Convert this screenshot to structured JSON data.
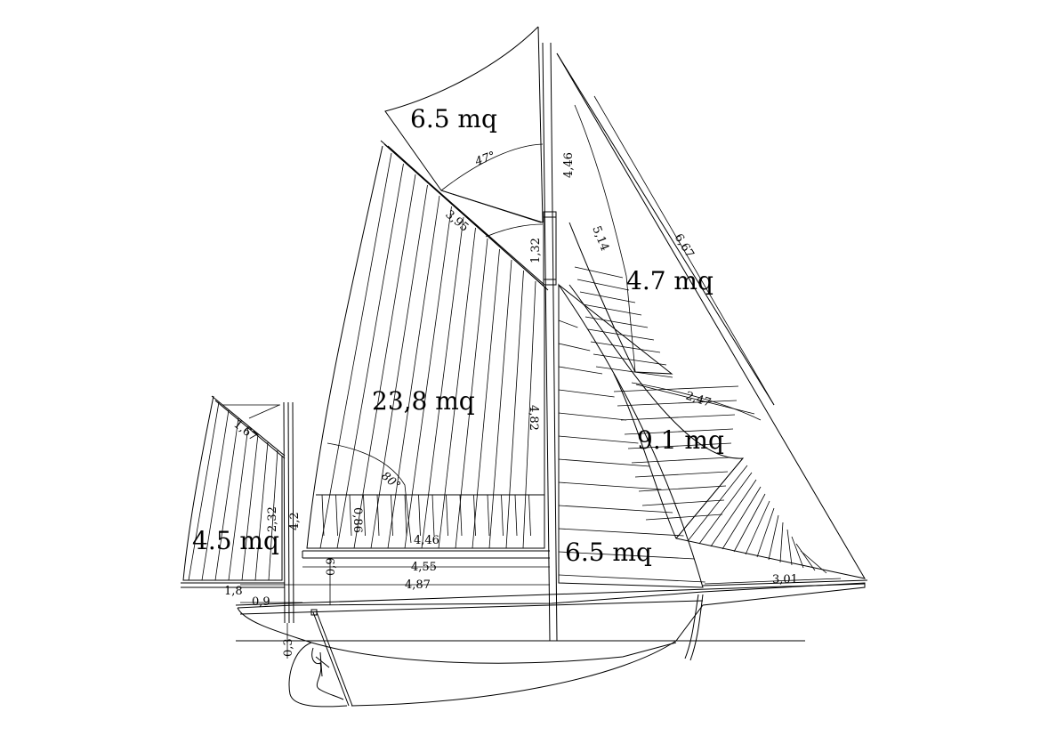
{
  "sail_areas": {
    "topsail": "6.5 mq",
    "mainsail": "23,8 mq",
    "mizzen": "4.5 mq",
    "jib_topsail": "4.7 mq",
    "jib": "9.1 mq",
    "staysail": "6.5 mq"
  },
  "dimensions": {
    "topmast": "4,46",
    "gaff": "3,95",
    "hounds": "1,32",
    "jib_luff_short": "5,14",
    "jib_luff_long": "6,67",
    "jib_foot": "2,47",
    "mast_height": "4,82",
    "boom_height": "0,86",
    "main_foot_inner": "4,46",
    "main_foot": "4,55",
    "main_length": "4,87",
    "boom_to_deck": "0,9",
    "mizzen_gaff": "1,67",
    "mizzen_luff": "2,32",
    "mizzen_mast": "4,2",
    "mizzen_foot": "1,8",
    "mizzen_deck": "0,9",
    "rudder": "0,3",
    "bowsprit": "3,01"
  },
  "angles": {
    "peak": "47°",
    "main": "80°"
  }
}
